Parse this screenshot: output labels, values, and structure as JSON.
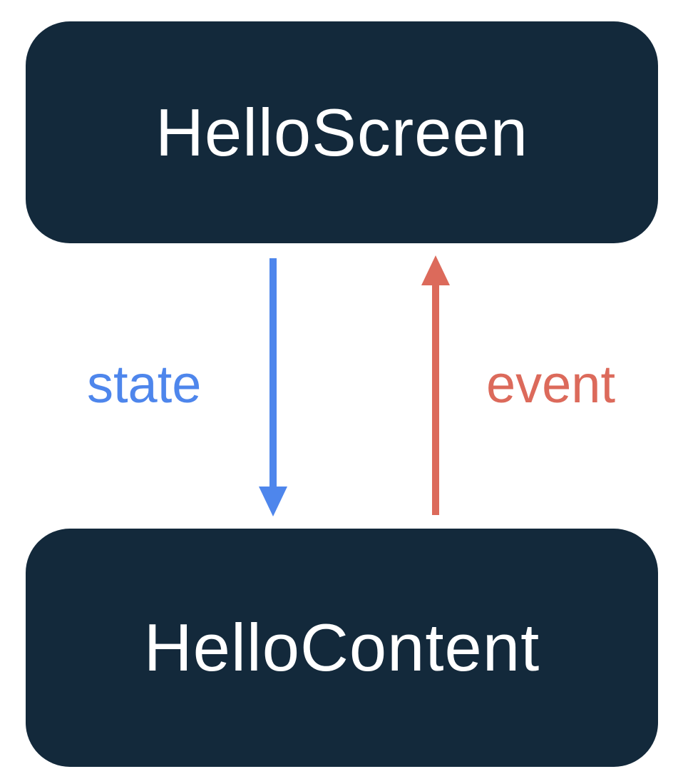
{
  "diagram": {
    "background": "#FFFFFF",
    "boxes": {
      "top": {
        "label": "HelloScreen"
      },
      "bottom": {
        "label": "HelloContent"
      }
    },
    "arrows": {
      "state": {
        "label": "state",
        "direction": "down",
        "color": "#4E86EC"
      },
      "event": {
        "label": "event",
        "direction": "up",
        "color": "#DC6A5B"
      }
    },
    "colors": {
      "box_background": "#13293B",
      "box_text": "#FFFFFF"
    }
  }
}
